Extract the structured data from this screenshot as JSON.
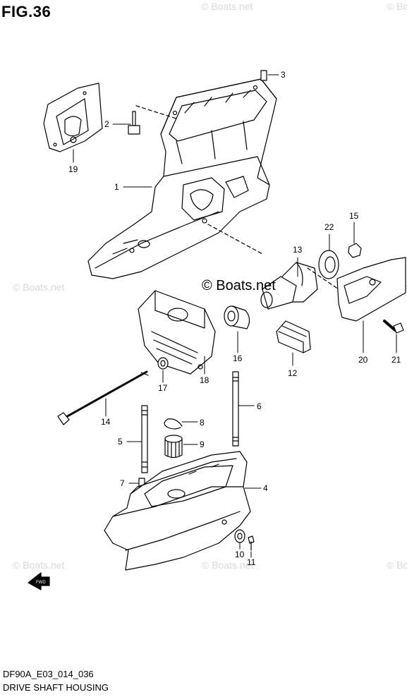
{
  "header": {
    "figure": "FIG.36"
  },
  "footer": {
    "code": "DF90A_E03_014_036",
    "title": "DRIVE SHAFT HOUSING"
  },
  "watermark": {
    "text": "© Boats.net",
    "center": "© Boats.net"
  },
  "fwd_label": "FWD",
  "callouts": {
    "p1": "1",
    "p2": "2",
    "p3": "3",
    "p4": "4",
    "p5": "5",
    "p6": "6",
    "p7": "7",
    "p8": "8",
    "p9": "9",
    "p10": "10",
    "p11": "11",
    "p12": "12",
    "p13": "13",
    "p14": "14",
    "p15": "15",
    "p16": "16",
    "p17": "17",
    "p18": "18",
    "p19": "19",
    "p20": "20",
    "p21": "21",
    "p22": "22"
  }
}
